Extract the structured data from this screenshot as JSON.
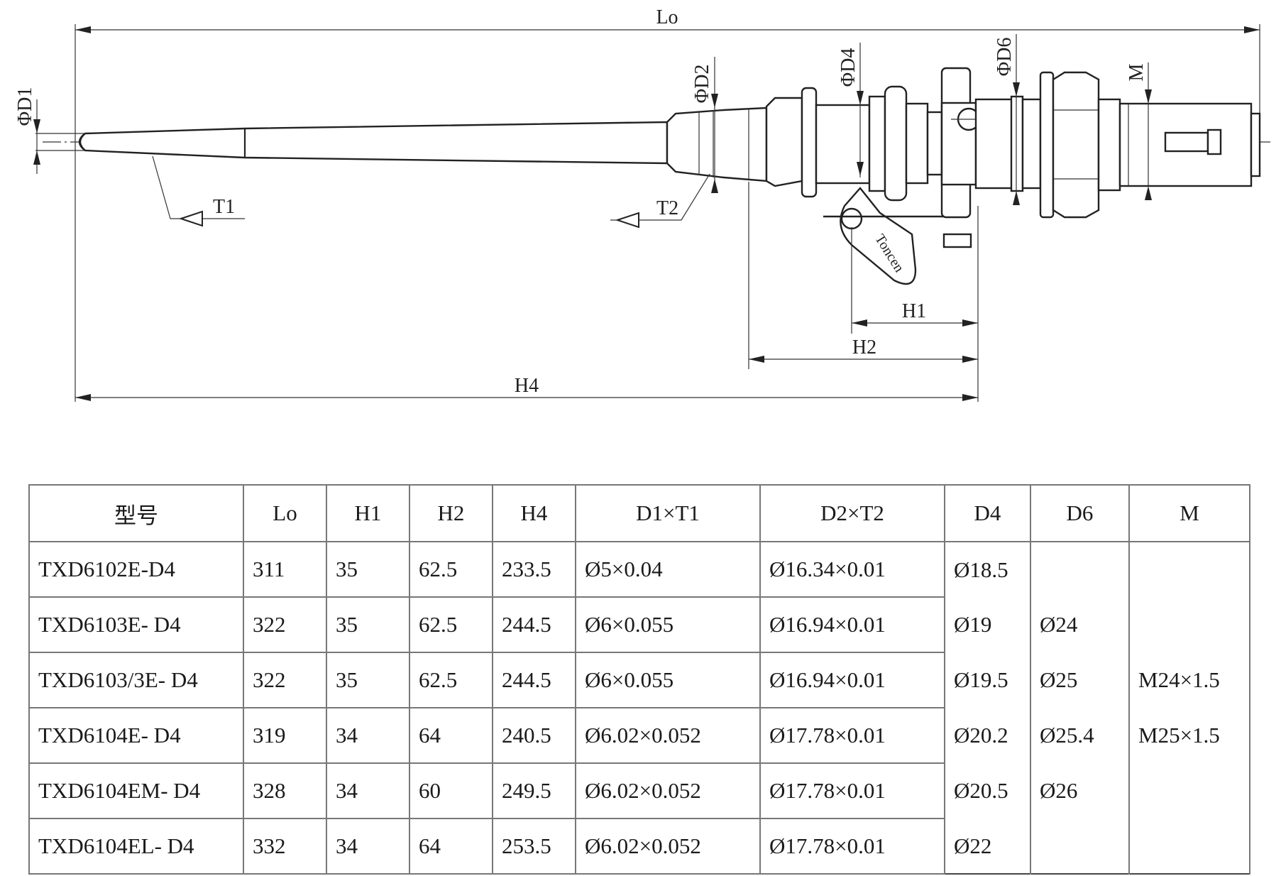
{
  "drawing": {
    "labels": {
      "L0": "Lo",
      "D1": "ΦD1",
      "D2": "ΦD2",
      "D4": "ΦD4",
      "D6": "ΦD6",
      "M": "M",
      "T1": "T1",
      "T2": "T2",
      "H1": "H1",
      "H2": "H2",
      "H4": "H4",
      "brand": "Toncen"
    }
  },
  "table": {
    "headers": {
      "model": "型号",
      "L0": "Lo",
      "H1": "H1",
      "H2": "H2",
      "H4": "H4",
      "D1T1": "D1×T1",
      "D2T2": "D2×T2",
      "D4": "D4",
      "D6": "D6",
      "M": "M"
    },
    "rows": [
      {
        "model": "TXD6102E-D4",
        "L0": "311",
        "H1": "35",
        "H2": "62.5",
        "H4": "233.5",
        "D1T1": "Ø5×0.04",
        "D2T2": "Ø16.34×0.01",
        "D4": "Ø18.5"
      },
      {
        "model": "TXD6103E- D4",
        "L0": "322",
        "H1": "35",
        "H2": "62.5",
        "H4": "244.5",
        "D1T1": "Ø6×0.055",
        "D2T2": "Ø16.94×0.01",
        "D4": "Ø19"
      },
      {
        "model": "TXD6103/3E- D4",
        "L0": "322",
        "H1": "35",
        "H2": "62.5",
        "H4": "244.5",
        "D1T1": "Ø6×0.055",
        "D2T2": "Ø16.94×0.01",
        "D4": "Ø19.5"
      },
      {
        "model": "TXD6104E- D4",
        "L0": "319",
        "H1": "34",
        "H2": "64",
        "H4": "240.5",
        "D1T1": "Ø6.02×0.052",
        "D2T2": "Ø17.78×0.01",
        "D4": "Ø20.2"
      },
      {
        "model": "TXD6104EM- D4",
        "L0": "328",
        "H1": "34",
        "H2": "60",
        "H4": "249.5",
        "D1T1": "Ø6.02×0.052",
        "D2T2": "Ø17.78×0.01",
        "D4": "Ø20.5"
      },
      {
        "model": "TXD6104EL- D4",
        "L0": "332",
        "H1": "34",
        "H2": "64",
        "H4": "253.5",
        "D1T1": "Ø6.02×0.052",
        "D2T2": "Ø17.78×0.01",
        "D4": "Ø22"
      }
    ],
    "D6_options": [
      "Ø24",
      "Ø25",
      "Ø25.4",
      "Ø26"
    ],
    "M_options": [
      "M24×1.5",
      "M25×1.5"
    ]
  }
}
